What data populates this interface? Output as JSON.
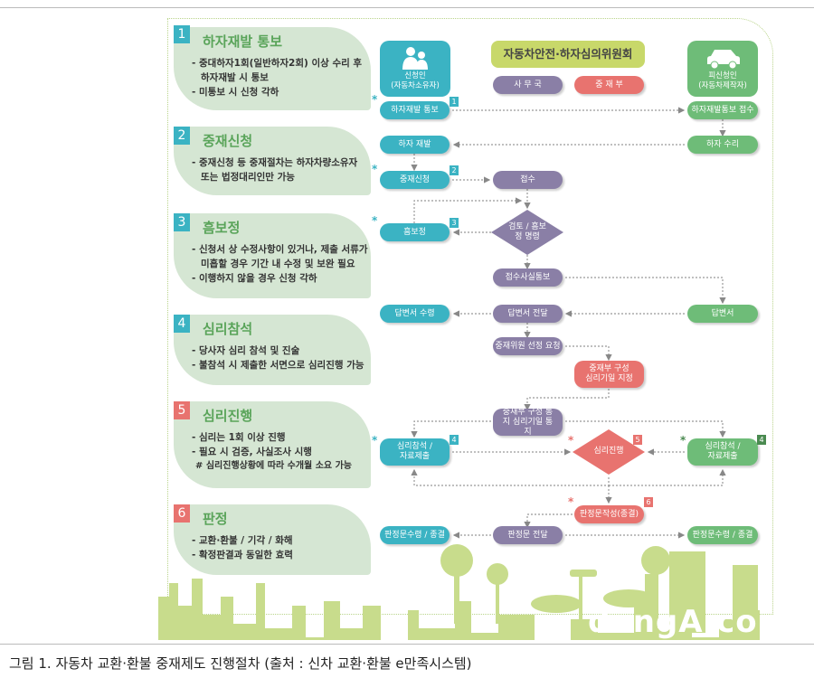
{
  "panels": [
    {
      "num": "1",
      "title": "하자재발 통보",
      "lines": [
        "- 중대하자1회(일반하자2회) 이상 수리 후",
        "  하자재발 시 통보",
        "- 미통보 시 신청 각하"
      ]
    },
    {
      "num": "2",
      "title": "중재신청",
      "lines": [
        "- 중재신청 등 중재절차는 하자차량소유자",
        "  또는 법정대리인만 가능"
      ]
    },
    {
      "num": "3",
      "title": "흠보정",
      "lines": [
        "- 신청서 상 수정사항이 있거나, 제출 서류가",
        "  미흡할 경우 기간 내 수정 및 보완 필요",
        "- 이행하지 않을 경우 신청 각하"
      ]
    },
    {
      "num": "4",
      "title": "심리참석",
      "lines": [
        "- 당사자 심리 참석 및 진술",
        "- 불참석 시 제출한 서면으로 심리진행 가능"
      ]
    },
    {
      "num": "5",
      "title": "심리진행",
      "lines": [
        "- 심리는 1회 이상 진행",
        "- 필요 시 검증, 사실조사 시행",
        "  # 심리진행상황에 따라 수개월  소요 가능"
      ]
    },
    {
      "num": "6",
      "title": "판정",
      "lines": [
        "- 교환·환불 / 기각 / 화해",
        "- 확정판결과 동일한 효력"
      ]
    }
  ],
  "header": {
    "applicant": "신청인",
    "applicant_sub": "(자동차소유자)",
    "committee": "자동차안전·하자심의위원회",
    "secretariat": "사 무 국",
    "arbitration": "중 재 부",
    "respondent": "피신청인",
    "respondent_sub": "(자동차제작자)"
  },
  "nodes": {
    "a1": "하자재발 통보",
    "r1": "하자재발통보 접수",
    "a2": "하자 재발",
    "r2": "하자 수리",
    "a3": "중재신청",
    "s3": "접수",
    "d1": "검토 / 흠보정 명령",
    "a4": "흠보정",
    "s5": "접수사실통보",
    "a6": "답변서 수령",
    "s6": "답변서 전달",
    "r6": "답변서",
    "s7": "중재위원 선정 요청",
    "m8": "중재부 구성 심리기일 지정",
    "s9": "중재부 구성 통지 심리기일 통지",
    "a10": "심리참석 / 자료제출",
    "d2": "심리진행",
    "r10": "심리참석 / 자료제출",
    "m11": "판정문작성(종결)",
    "a12": "판정문수령 / 종결",
    "s12": "판정문 전달",
    "r12": "판정문수령 / 종결"
  },
  "step_marks": {
    "a1": "1",
    "a3": "2",
    "a4": "3",
    "a10": "4",
    "d2": "5",
    "r10": "4",
    "m11": "6"
  },
  "colors": {
    "teal": "#3bb3c3",
    "green": "#6ebc78",
    "purple": "#8a7fa6",
    "salmon": "#e8736f",
    "panel": "#d5e6d3",
    "title_green": "#5aa45a"
  },
  "watermark": "dongA.com",
  "caption": "그림 1. 자동차 교환·환불 중재제도 진행절차 (출처 : 신차 교환·환불 e만족시스템)"
}
